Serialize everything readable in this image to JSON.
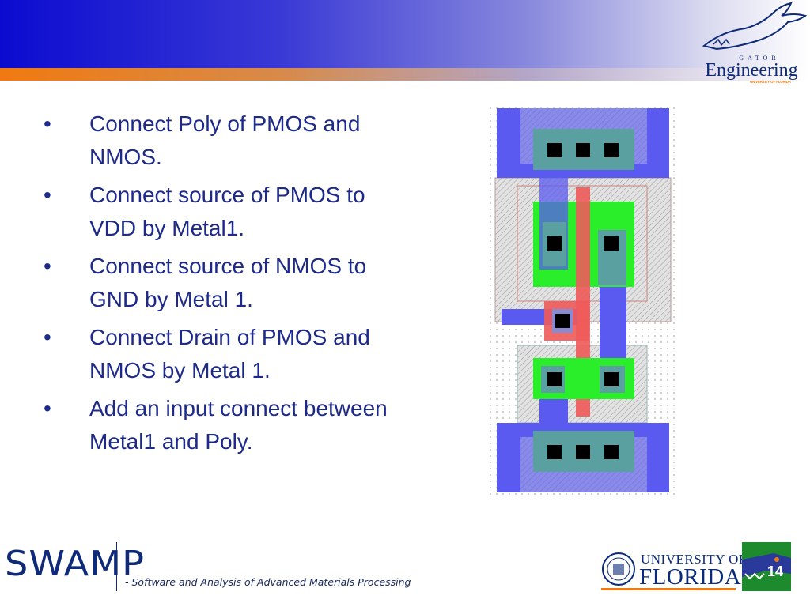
{
  "header": {
    "logo": {
      "icon": "gator-engineering-logo",
      "word_top": "GATOR",
      "word_main": "Engineering",
      "word_sub": "UNIVERSITY OF FLORIDA"
    },
    "colors": {
      "band_start": "#0b0bd0",
      "stripe_start": "#f07a10"
    }
  },
  "bullets": [
    {
      "marker": "•",
      "text": "Connect Poly of PMOS and NMOS."
    },
    {
      "marker": "•",
      "text": "Connect source of PMOS to VDD by Metal1."
    },
    {
      "marker": "•",
      "text": "Connect source of NMOS to GND by Metal 1."
    },
    {
      "marker": "•",
      "text": "Connect Drain of PMOS and NMOS by Metal 1."
    },
    {
      "marker": "•",
      "text": "Add an input connect between Metal1 and Poly."
    }
  ],
  "figure": {
    "icon": "cmos-inverter-layout",
    "colors": {
      "metal1": "#5a5af0",
      "active": "#2aee2a",
      "poly": "#f05a5a",
      "contact": "#000000",
      "diffusion": "#5aa0a0"
    }
  },
  "footer": {
    "swamp_logo": "SWAMP",
    "swamp_tagline": "- Software and Analysis of Advanced Materials Processing",
    "uf_line1": "UNIVERSITY OF",
    "uf_line2": "FLORIDA",
    "slide_number": "14"
  }
}
